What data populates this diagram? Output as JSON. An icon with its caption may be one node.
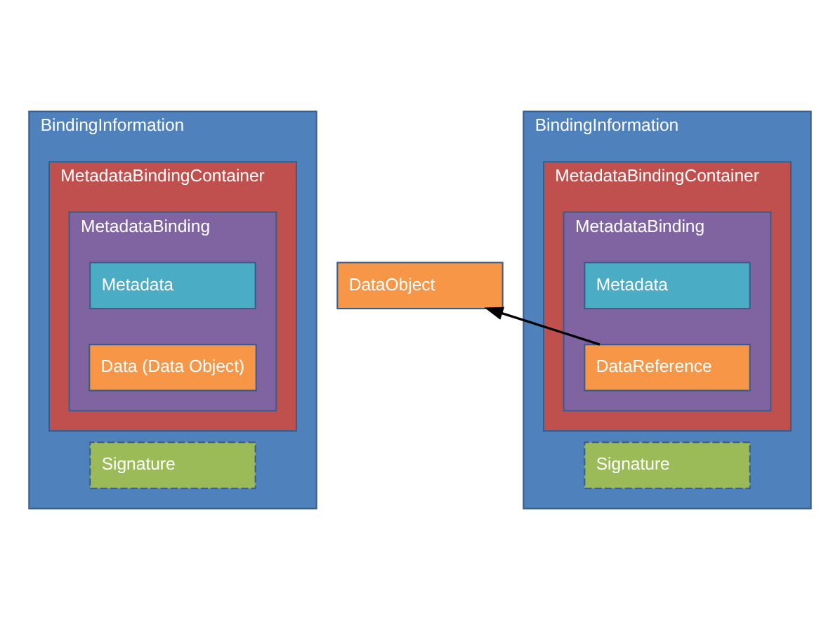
{
  "diagram": {
    "nodes": [
      {
        "text": [
          "BindingInformation"
        ]
      },
      {
        "text": [
          "MetadataBindingContainer"
        ],
        "in": 0
      },
      {
        "text": [
          "MetadataBinding"
        ],
        "in": 1
      },
      {
        "text": [
          "Metadata"
        ],
        "in": 2
      },
      {
        "text": [
          "Data (Data Object)"
        ],
        "in": 2
      },
      {
        "text": [
          "Signature"
        ],
        "in": 0
      },
      {
        "text": [
          "DataObject"
        ]
      },
      {
        "text": [
          "BindingInformation"
        ]
      },
      {
        "text": [
          "MetadataBindingContainer"
        ],
        "in": 7
      },
      {
        "text": [
          "MetadataBinding"
        ],
        "in": 8
      },
      {
        "text": [
          "Metadata"
        ],
        "in": 9
      },
      {
        "text": [
          "DataReference"
        ],
        "in": 9
      },
      {
        "text": [
          "Signature"
        ],
        "in": 7
      }
    ],
    "edges": [
      {
        "from": 11,
        "to": 6,
        "arrow": "to",
        "color": "#000000"
      }
    ]
  }
}
